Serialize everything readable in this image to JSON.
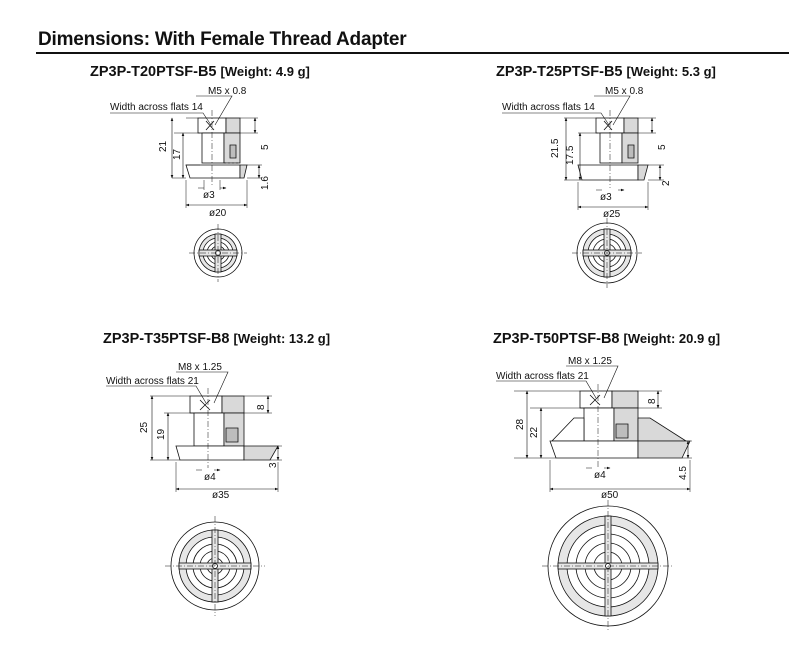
{
  "heading": "Dimensions: With Female Thread Adapter",
  "panels": [
    {
      "model": "ZP3P-T20PTSF-B5",
      "weight": "[Weight: 4.9 g]",
      "dims": {
        "thread": "M5 x 0.8",
        "flats": "Width across flats 14",
        "h_total": "21",
        "h_body": "17",
        "h_thread": "5",
        "h_pad": "1.6",
        "hole": "ø3",
        "dia": "ø20"
      }
    },
    {
      "model": "ZP3P-T25PTSF-B5",
      "weight": "[Weight: 5.3 g]",
      "dims": {
        "thread": "M5 x 0.8",
        "flats": "Width across flats 14",
        "h_total": "21.5",
        "h_body": "17.5",
        "h_thread": "5",
        "h_pad": "2",
        "hole": "ø3",
        "dia": "ø25"
      }
    },
    {
      "model": "ZP3P-T35PTSF-B8",
      "weight": "[Weight: 13.2 g]",
      "dims": {
        "thread": "M8 x 1.25",
        "flats": "Width across flats 21",
        "h_total": "25",
        "h_body": "19",
        "h_thread": "8",
        "h_pad": "3",
        "hole": "ø4",
        "dia": "ø35"
      }
    },
    {
      "model": "ZP3P-T50PTSF-B8",
      "weight": "[Weight: 20.9 g]",
      "dims": {
        "thread": "M8 x 1.25",
        "flats": "Width across flats 21",
        "h_total": "28",
        "h_body": "22",
        "h_thread": "8",
        "h_pad": "4.5",
        "hole": "ø4",
        "dia": "ø50"
      }
    }
  ]
}
